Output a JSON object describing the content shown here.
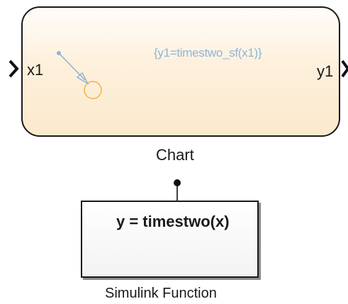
{
  "chart_block": {
    "input_port": "x1",
    "output_port": "y1",
    "annotation": "{y1=timestwo_sf(x1)}",
    "name": "Chart"
  },
  "function_block": {
    "signature": "y = timestwo(x)",
    "name": "Simulink Function"
  }
}
